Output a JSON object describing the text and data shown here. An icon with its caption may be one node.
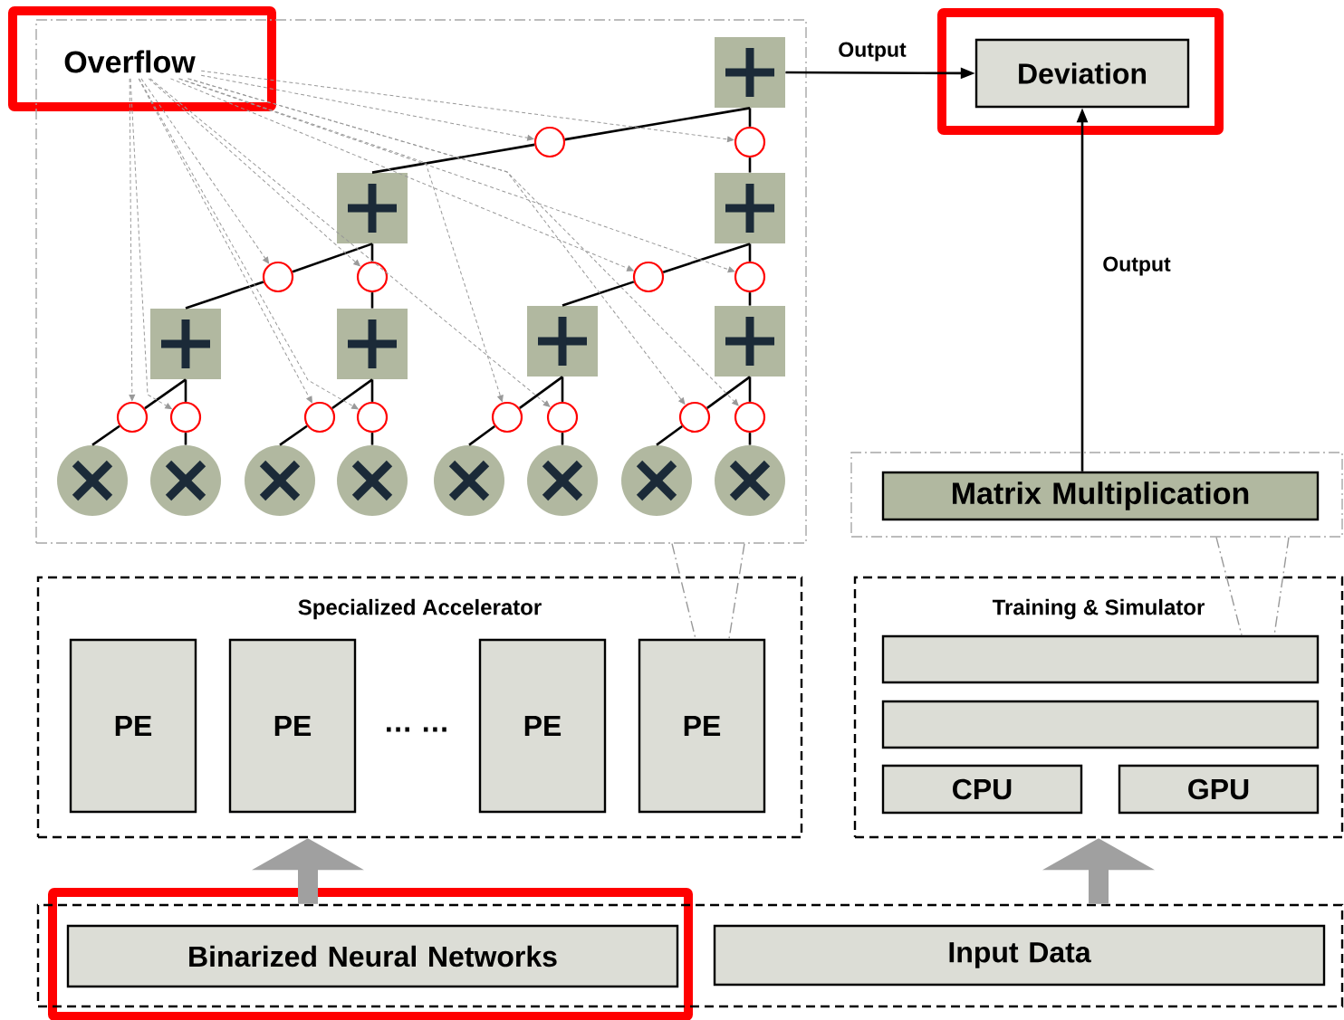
{
  "diagram": {
    "nodes": [
      {
        "text": [],
        "shape": "box"
      },
      {
        "text": [
          "Overflow"
        ],
        "in": 0
      },
      {
        "text": [],
        "shape": "box",
        "in": 0
      },
      {
        "text": [],
        "shape": "box",
        "in": 0
      },
      {
        "text": [],
        "shape": "box",
        "in": 0
      },
      {
        "text": [],
        "shape": "box",
        "in": 0
      },
      {
        "text": [],
        "shape": "box",
        "in": 0
      },
      {
        "text": [],
        "shape": "box",
        "in": 0
      },
      {
        "text": [],
        "shape": "box",
        "in": 0
      },
      {
        "text": [],
        "shape": "circle",
        "in": 0
      },
      {
        "text": [],
        "shape": "circle",
        "in": 0
      },
      {
        "text": [],
        "shape": "circle",
        "in": 0
      },
      {
        "text": [],
        "shape": "circle",
        "in": 0
      },
      {
        "text": [],
        "shape": "circle",
        "in": 0
      },
      {
        "text": [],
        "shape": "circle",
        "in": 0
      },
      {
        "text": [],
        "shape": "circle",
        "in": 0
      },
      {
        "text": [],
        "shape": "circle",
        "in": 0
      },
      {
        "text": [],
        "shape": "circle",
        "in": 0
      },
      {
        "text": [],
        "shape": "circle",
        "in": 0
      },
      {
        "text": [],
        "shape": "circle",
        "in": 0
      },
      {
        "text": [],
        "shape": "circle",
        "in": 0
      },
      {
        "text": [],
        "shape": "circle",
        "in": 0
      },
      {
        "text": [],
        "shape": "circle",
        "in": 0
      },
      {
        "text": [],
        "shape": "circle",
        "in": 0
      },
      {
        "text": [],
        "shape": "circle",
        "in": 0
      },
      {
        "text": [],
        "shape": "circle",
        "in": 0
      },
      {
        "text": [],
        "shape": "circle",
        "in": 0
      },
      {
        "text": [],
        "shape": "circle",
        "in": 0
      },
      {
        "text": [],
        "shape": "circle",
        "in": 0
      },
      {
        "text": [],
        "shape": "circle",
        "in": 0
      },
      {
        "text": [],
        "shape": "circle",
        "in": 0
      },
      {
        "text": [
          "Deviation"
        ]
      },
      {
        "text": [],
        "shape": "box"
      },
      {
        "text": [
          "Matrix Multiplication"
        ],
        "in": 32
      },
      {
        "text": [
          "Specialized Accelerator"
        ]
      },
      {
        "text": [
          "PE"
        ],
        "in": 34
      },
      {
        "text": [
          "PE"
        ],
        "in": 34
      },
      {
        "text": [
          "PE"
        ],
        "in": 34
      },
      {
        "text": [
          "PE"
        ],
        "in": 34
      },
      {
        "text": [
          "Training & Simulator"
        ]
      },
      {
        "text": [],
        "shape": "box",
        "in": 39
      },
      {
        "text": [],
        "shape": "box",
        "in": 39
      },
      {
        "text": [
          "CPU"
        ],
        "in": 39
      },
      {
        "text": [
          "GPU"
        ],
        "in": 39
      },
      {
        "text": [],
        "shape": "box"
      },
      {
        "text": [
          "Binarized Neural Networks"
        ],
        "in": 44
      },
      {
        "text": [
          "Input Data"
        ],
        "in": 44
      }
    ],
    "edges": [
      {
        "from": 3,
        "to": 17,
        "arrow": "none"
      },
      {
        "from": 17,
        "to": 2,
        "arrow": "none"
      },
      {
        "from": 4,
        "to": 18,
        "arrow": "none"
      },
      {
        "from": 18,
        "to": 2,
        "arrow": "none"
      },
      {
        "from": 5,
        "to": 19,
        "arrow": "none"
      },
      {
        "from": 19,
        "to": 3,
        "arrow": "none"
      },
      {
        "from": 6,
        "to": 20,
        "arrow": "none"
      },
      {
        "from": 20,
        "to": 3,
        "arrow": "none"
      },
      {
        "from": 7,
        "to": 21,
        "arrow": "none"
      },
      {
        "from": 21,
        "to": 4,
        "arrow": "none"
      },
      {
        "from": 8,
        "to": 22,
        "arrow": "none"
      },
      {
        "from": 22,
        "to": 4,
        "arrow": "none"
      },
      {
        "from": 9,
        "to": 23,
        "arrow": "none"
      },
      {
        "from": 23,
        "to": 5,
        "arrow": "none"
      },
      {
        "from": 10,
        "to": 24,
        "arrow": "none"
      },
      {
        "from": 24,
        "to": 5,
        "arrow": "none"
      },
      {
        "from": 11,
        "to": 25,
        "arrow": "none"
      },
      {
        "from": 25,
        "to": 6,
        "arrow": "none"
      },
      {
        "from": 12,
        "to": 26,
        "arrow": "none"
      },
      {
        "from": 26,
        "to": 6,
        "arrow": "none"
      },
      {
        "from": 13,
        "to": 27,
        "arrow": "none"
      },
      {
        "from": 27,
        "to": 7,
        "arrow": "none"
      },
      {
        "from": 14,
        "to": 28,
        "arrow": "none"
      },
      {
        "from": 28,
        "to": 7,
        "arrow": "none"
      },
      {
        "from": 15,
        "to": 29,
        "arrow": "none"
      },
      {
        "from": 29,
        "to": 8,
        "arrow": "none"
      },
      {
        "from": 16,
        "to": 30,
        "arrow": "none"
      },
      {
        "from": 30,
        "to": 8,
        "arrow": "none"
      },
      {
        "from": 1,
        "to": 17,
        "arrow": "to",
        "style": "dashed",
        "color": "#999999"
      },
      {
        "from": 1,
        "to": 18,
        "arrow": "to",
        "style": "dashed",
        "color": "#999999"
      },
      {
        "from": 1,
        "to": 19,
        "arrow": "to",
        "style": "dashed",
        "color": "#999999"
      },
      {
        "from": 1,
        "to": 20,
        "arrow": "to",
        "style": "dashed",
        "color": "#999999"
      },
      {
        "from": 1,
        "to": 21,
        "arrow": "to",
        "style": "dashed",
        "color": "#999999"
      },
      {
        "from": 1,
        "to": 22,
        "arrow": "to",
        "style": "dashed",
        "color": "#999999"
      },
      {
        "from": 1,
        "to": 23,
        "arrow": "to",
        "style": "dashed",
        "color": "#999999"
      },
      {
        "from": 1,
        "to": 24,
        "arrow": "to",
        "style": "dashed",
        "color": "#999999"
      },
      {
        "from": 1,
        "to": 25,
        "arrow": "to",
        "style": "dashed",
        "color": "#999999"
      },
      {
        "from": 1,
        "to": 26,
        "arrow": "to",
        "style": "dashed",
        "color": "#999999"
      },
      {
        "from": 1,
        "to": 27,
        "arrow": "to",
        "style": "dashed",
        "color": "#999999"
      },
      {
        "from": 1,
        "to": 28,
        "arrow": "to",
        "style": "dashed",
        "color": "#999999"
      },
      {
        "from": 1,
        "to": 29,
        "arrow": "to",
        "style": "dashed",
        "color": "#999999"
      },
      {
        "from": 1,
        "to": 30,
        "arrow": "to",
        "style": "dashed",
        "color": "#999999"
      },
      {
        "from": 2,
        "to": 31,
        "arrow": "to",
        "label": "Output"
      },
      {
        "from": 33,
        "to": 31,
        "arrow": "to",
        "label": "Output"
      },
      {
        "from": 44,
        "to": 34,
        "arrow": "to",
        "style": "thick",
        "color": "#a0a0a0"
      },
      {
        "from": 44,
        "to": 39,
        "arrow": "to",
        "style": "thick",
        "color": "#a0a0a0"
      },
      {
        "from": 0,
        "to": 38,
        "arrow": "none",
        "style": "dashed",
        "color": "#999999"
      },
      {
        "from": 0,
        "to": 38,
        "arrow": "none",
        "style": "dashed",
        "color": "#999999"
      },
      {
        "from": 32,
        "to": 40,
        "arrow": "none",
        "style": "dashed",
        "color": "#999999"
      },
      {
        "from": 32,
        "to": 40,
        "arrow": "none",
        "style": "dashed",
        "color": "#999999"
      }
    ],
    "labels": [
      "… …"
    ]
  }
}
